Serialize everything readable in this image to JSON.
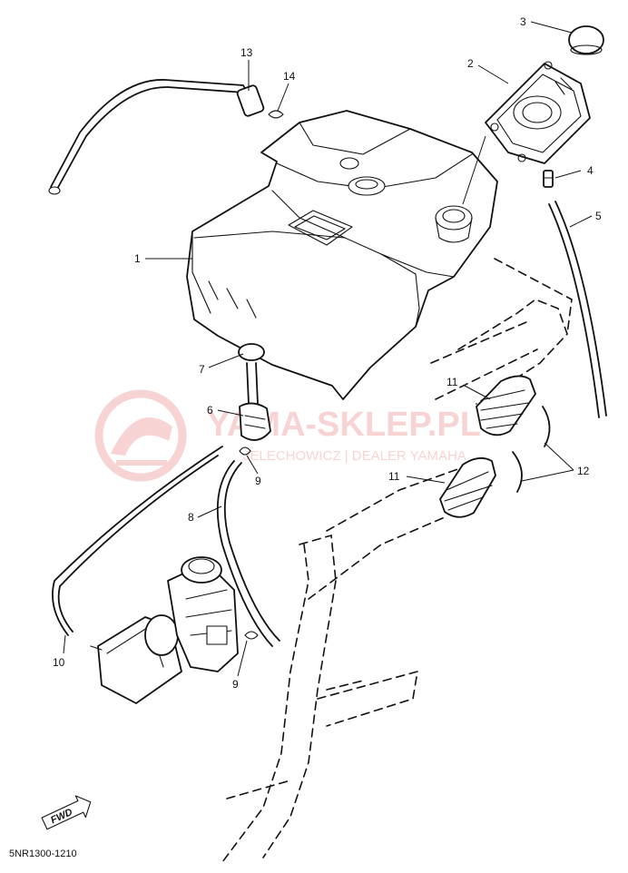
{
  "diagram_code": "5NR1300-1210",
  "fwd_label": "FWD",
  "watermark": {
    "title": "YAMA-SKLEP.PL",
    "subtitle": "JELECHOWICZ | DEALER YAMAHA",
    "color": "#e23a3a"
  },
  "callouts": [
    {
      "id": "p1",
      "label": "1"
    },
    {
      "id": "p2",
      "label": "2"
    },
    {
      "id": "p3",
      "label": "3"
    },
    {
      "id": "p4",
      "label": "4"
    },
    {
      "id": "p5",
      "label": "5"
    },
    {
      "id": "p6",
      "label": "6"
    },
    {
      "id": "p7",
      "label": "7"
    },
    {
      "id": "p8",
      "label": "8"
    },
    {
      "id": "p9a",
      "label": "9"
    },
    {
      "id": "p9b",
      "label": "9"
    },
    {
      "id": "p10",
      "label": "10"
    },
    {
      "id": "p11a",
      "label": "11"
    },
    {
      "id": "p11b",
      "label": "11"
    },
    {
      "id": "p12",
      "label": "12"
    },
    {
      "id": "p13",
      "label": "13"
    },
    {
      "id": "p14",
      "label": "14"
    }
  ]
}
